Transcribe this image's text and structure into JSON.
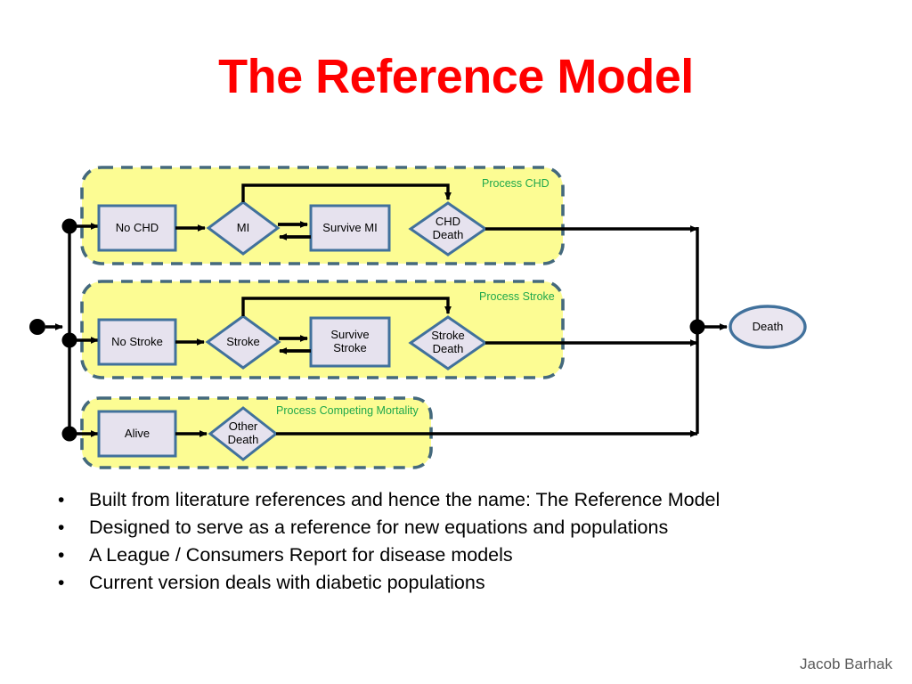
{
  "slide": {
    "title": "The Reference Model",
    "title_color": "#FF0000",
    "background_color": "#FFFFFF",
    "footer_author": "Jacob Barhak"
  },
  "palette": {
    "group_fill": "#FCFC93",
    "group_border": "#44697D",
    "node_fill": "#E6E2EE",
    "node_border": "#41719C",
    "caption_green": "#1FA84C",
    "connector_black": "#000000",
    "terminal_fill": "#EAE6F0",
    "terminal_border": "#41719C"
  },
  "diagram": {
    "name": "reference-model-state-diagram",
    "start_marker": "start-dot",
    "groups": [
      {
        "id": "process-chd",
        "caption": "Process CHD",
        "nodes": [
          {
            "id": "no-chd",
            "label": "No CHD",
            "shape": "rect"
          },
          {
            "id": "mi",
            "label": "MI",
            "shape": "diamond"
          },
          {
            "id": "survive-mi",
            "label": "Survive MI",
            "shape": "rect"
          },
          {
            "id": "chd-death",
            "label": "CHD\nDeath",
            "shape": "diamond"
          }
        ]
      },
      {
        "id": "process-stroke",
        "caption": "Process Stroke",
        "nodes": [
          {
            "id": "no-stroke",
            "label": "No Stroke",
            "shape": "rect"
          },
          {
            "id": "stroke",
            "label": "Stroke",
            "shape": "diamond"
          },
          {
            "id": "survive-stroke",
            "label": "Survive\nStroke",
            "shape": "rect"
          },
          {
            "id": "stroke-death",
            "label": "Stroke\nDeath",
            "shape": "diamond"
          }
        ]
      },
      {
        "id": "process-competing-mortality",
        "caption": "Process Competing Mortality",
        "nodes": [
          {
            "id": "alive",
            "label": "Alive",
            "shape": "rect"
          },
          {
            "id": "other-death",
            "label": "Other\nDeath",
            "shape": "diamond"
          }
        ]
      }
    ],
    "terminal": {
      "id": "death",
      "label": "Death",
      "shape": "ellipse"
    }
  },
  "bullets": [
    "Built from literature references and hence the name: The Reference Model",
    "Designed to serve as a reference for new equations and populations",
    "A League / Consumers Report for disease models",
    "Current version deals with diabetic populations"
  ],
  "bullet_glyph": "•"
}
